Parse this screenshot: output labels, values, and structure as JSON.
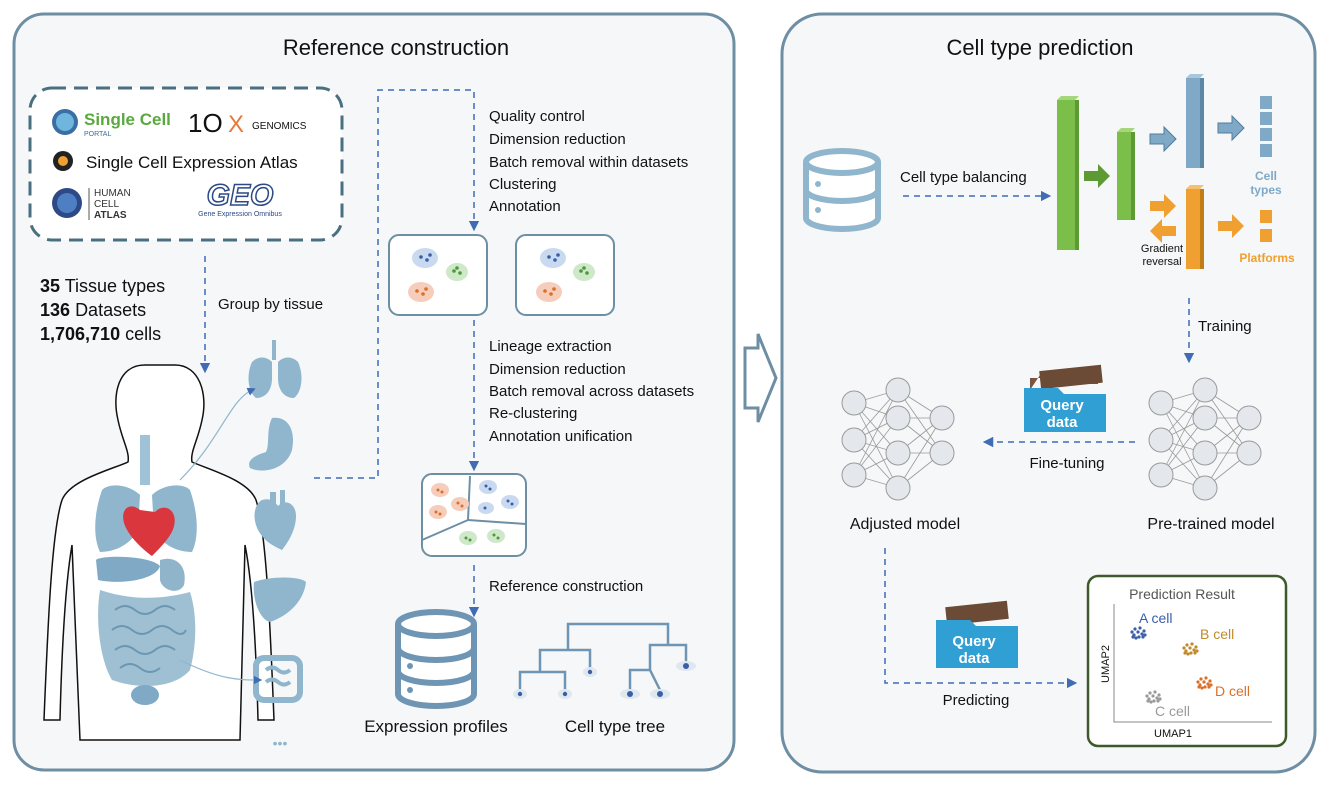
{
  "left_panel": {
    "title": "Reference construction",
    "sources": {
      "single_cell": "Single Cell",
      "single_cell_sub": "PORTAL",
      "tenx_main": "1O",
      "tenx_x": "X",
      "tenx_genomics": "GENOMICS",
      "sc_expression_atlas": "Single Cell Expression Atlas",
      "hca_line1": "HUMAN",
      "hca_line2": "CELL",
      "hca_line3": "ATLAS",
      "geo_logo": "GEO",
      "geo_sub": "Gene Expression Omnibus"
    },
    "stats": [
      {
        "num": "35",
        "label": "Tissue types"
      },
      {
        "num": "136",
        "label": "Datasets"
      },
      {
        "num": "1,706,710",
        "label": "cells"
      }
    ],
    "group_by_tissue": "Group by tissue",
    "steps1": [
      "Quality control",
      "Dimension reduction",
      "Batch removal within datasets",
      "Clustering",
      "Annotation"
    ],
    "steps2": [
      "Lineage extraction",
      "Dimension reduction",
      "Batch removal across datasets",
      "Re-clustering",
      "Annotation unification"
    ],
    "reference_construction_step": "Reference construction",
    "expression_profiles": "Expression profiles",
    "cell_type_tree": "Cell type tree",
    "ellipsis": "•••"
  },
  "right_panel": {
    "title": "Cell type prediction",
    "cell_type_balancing": "Cell type balancing",
    "gradient_reversal_1": "Gradient",
    "gradient_reversal_2": "reversal",
    "cell_types_1": "Cell",
    "cell_types_2": "types",
    "platforms": "Platforms",
    "training": "Training",
    "query_1": "Query",
    "query_2": "data",
    "fine_tuning": "Fine-tuning",
    "adjusted_model": "Adjusted model",
    "pretrained_model": "Pre-trained model",
    "predicting": "Predicting",
    "result": {
      "title": "Prediction Result",
      "xlabel": "UMAP1",
      "ylabel": "UMAP2",
      "clusters": [
        "A cell",
        "B cell",
        "C cell",
        "D cell"
      ]
    }
  },
  "colors": {
    "panel_border": "#6e8fa3",
    "dash_blue": "#3f6cb5",
    "green": "#7bbf4a",
    "blue_bar": "#7fa9c6",
    "orange": "#f0a030",
    "cell_type_text": "#7fa9c6",
    "platform_text": "#f0a030",
    "folder": "#2f9fd4",
    "result_border": "#3f5a2a",
    "a_cell": "#3b5ea8",
    "b_cell": "#c08a2c",
    "c_cell": "#9a9a9a",
    "d_cell": "#d8702a"
  }
}
